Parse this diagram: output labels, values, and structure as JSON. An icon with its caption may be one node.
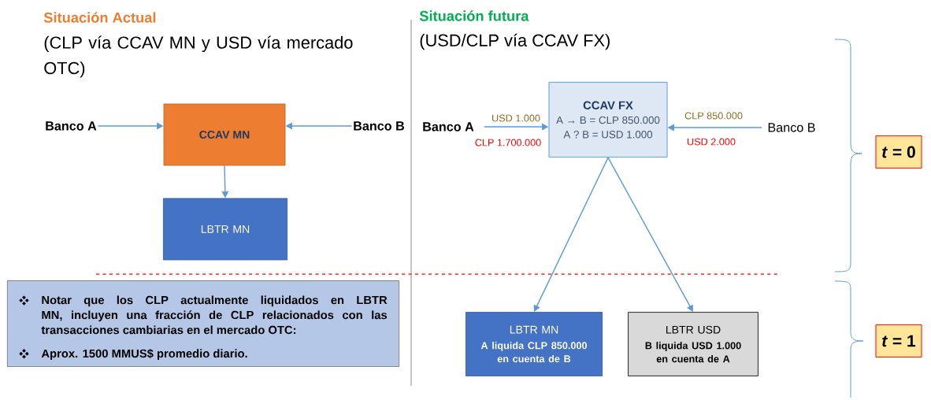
{
  "diagram": {
    "nodes": [
      {
        "text": [
          "Banco A"
        ]
      },
      {
        "text": [
          "CCAV MN"
        ]
      },
      {
        "text": [
          "Banco B"
        ]
      },
      {
        "text": [
          "Banco A"
        ]
      },
      {
        "text": [
          "CCAV FX",
          "A → B = CLP 850.000",
          "A ? B = USD 1.000"
        ]
      },
      {
        "text": [
          "Banco B"
        ]
      },
      {
        "text": [
          "*t* = 0"
        ]
      },
      {
        "text": [
          "LBTR MN"
        ]
      },
      {
        "text": [
          "Notar que los CLP actualmente liquidados en LBTR MN, incluyen una fracción de CLP relacionados con las transacciones cambiarias en el mercado OTC:",
          "Aprox. 1500 MMUS$ promedio diario."
        ]
      },
      {
        "text": [
          "LBTR MN",
          "A liquida CLP 850.000 en cuenta de B"
        ]
      },
      {
        "text": [
          "LBTR USD",
          "B liquida USD 1.000 en cuenta de A"
        ]
      },
      {
        "text": [
          "*t* = 1"
        ]
      }
    ],
    "edges": [
      {
        "from": 0,
        "to": 1,
        "arrow": "to"
      },
      {
        "from": 2,
        "to": 1,
        "arrow": "to"
      },
      {
        "from": 1,
        "to": 7,
        "arrow": "to"
      },
      {
        "from": 3,
        "to": 4,
        "arrow": "to",
        "label": "USD 1.000"
      },
      {
        "from": 5,
        "to": 4,
        "arrow": "to",
        "label": "CLP 850.000"
      },
      {
        "from": 4,
        "to": 9,
        "arrow": "to"
      },
      {
        "from": 4,
        "to": 10,
        "arrow": "to"
      }
    ],
    "labels": [
      "Situación Actual",
      "(CLP vía CCAV MN y USD vía mercado OTC)",
      "Situación futura",
      "(USD/CLP vía CCAV FX)",
      "CLP 1.700.000",
      "USD 2.000"
    ]
  }
}
